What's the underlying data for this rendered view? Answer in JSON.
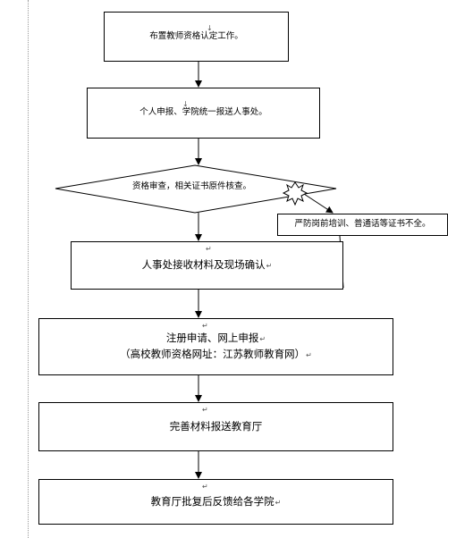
{
  "flow": {
    "step1": "布置教师资格认定工作。",
    "step2": "个人申报、学院统一报送人事处。",
    "decision": "资格审查，相关证书原件核查。",
    "reject": "严防岗前培训、普通话等证书不全。",
    "step3": "人事处接收材料及现场确认",
    "step4_line1": "注册申请、网上申报",
    "step4_line2": "（高校教师资格网址：江苏教师教育网）",
    "step5": "完善材料报送教育厅",
    "step6": "教育厅批复后反馈给各学院"
  },
  "marks": {
    "return": "↵",
    "paragraph": "↓"
  }
}
